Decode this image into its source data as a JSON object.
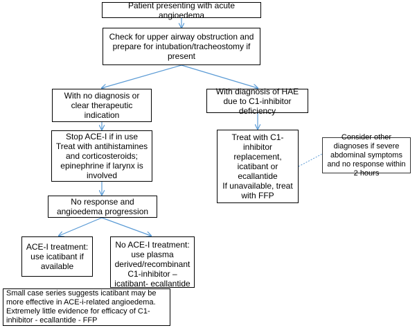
{
  "diagram": {
    "nodes": {
      "start": "Patient presenting with acute angioedema",
      "airway": "Check for upper airway obstruction and prepare for intubation/tracheostomy if present",
      "no_diagnosis": "With no diagnosis or clear therapeutic indication",
      "hae_diagnosis": "With diagnosis of HAE due to C1-inhibitor deficiency",
      "stop_acei": "Stop ACE-I if in use\nTreat with antihistamines and corticosteroids; epinephrine if larynx is involved",
      "treat_c1": "Treat with C1-inhibitor replacement, icatibant or ecallantide\nIf unavailable, treat with FFP",
      "consider_other": "Consider other diagnoses if severe abdominal symptoms and no response within 2 hours",
      "no_response": "No response and angioedema progression",
      "acei_treatment": "ACE-I treatment: use icatibant if available",
      "no_acei_treatment": "No ACE-I treatment: use plasma derived/recombinant C1-inhibitor – icatibant- ecallantide - FFP",
      "evidence_note": "Small case series suggests icatibant may be more effective in ACE-i-related angioedema.\nExtremely little evidence for efficacy of C1-inhibitor - ecallantide - FFP"
    },
    "colors": {
      "arrow": "#5b9bd5",
      "border": "#000000",
      "dashed_connector": "#5b9bd5"
    }
  }
}
